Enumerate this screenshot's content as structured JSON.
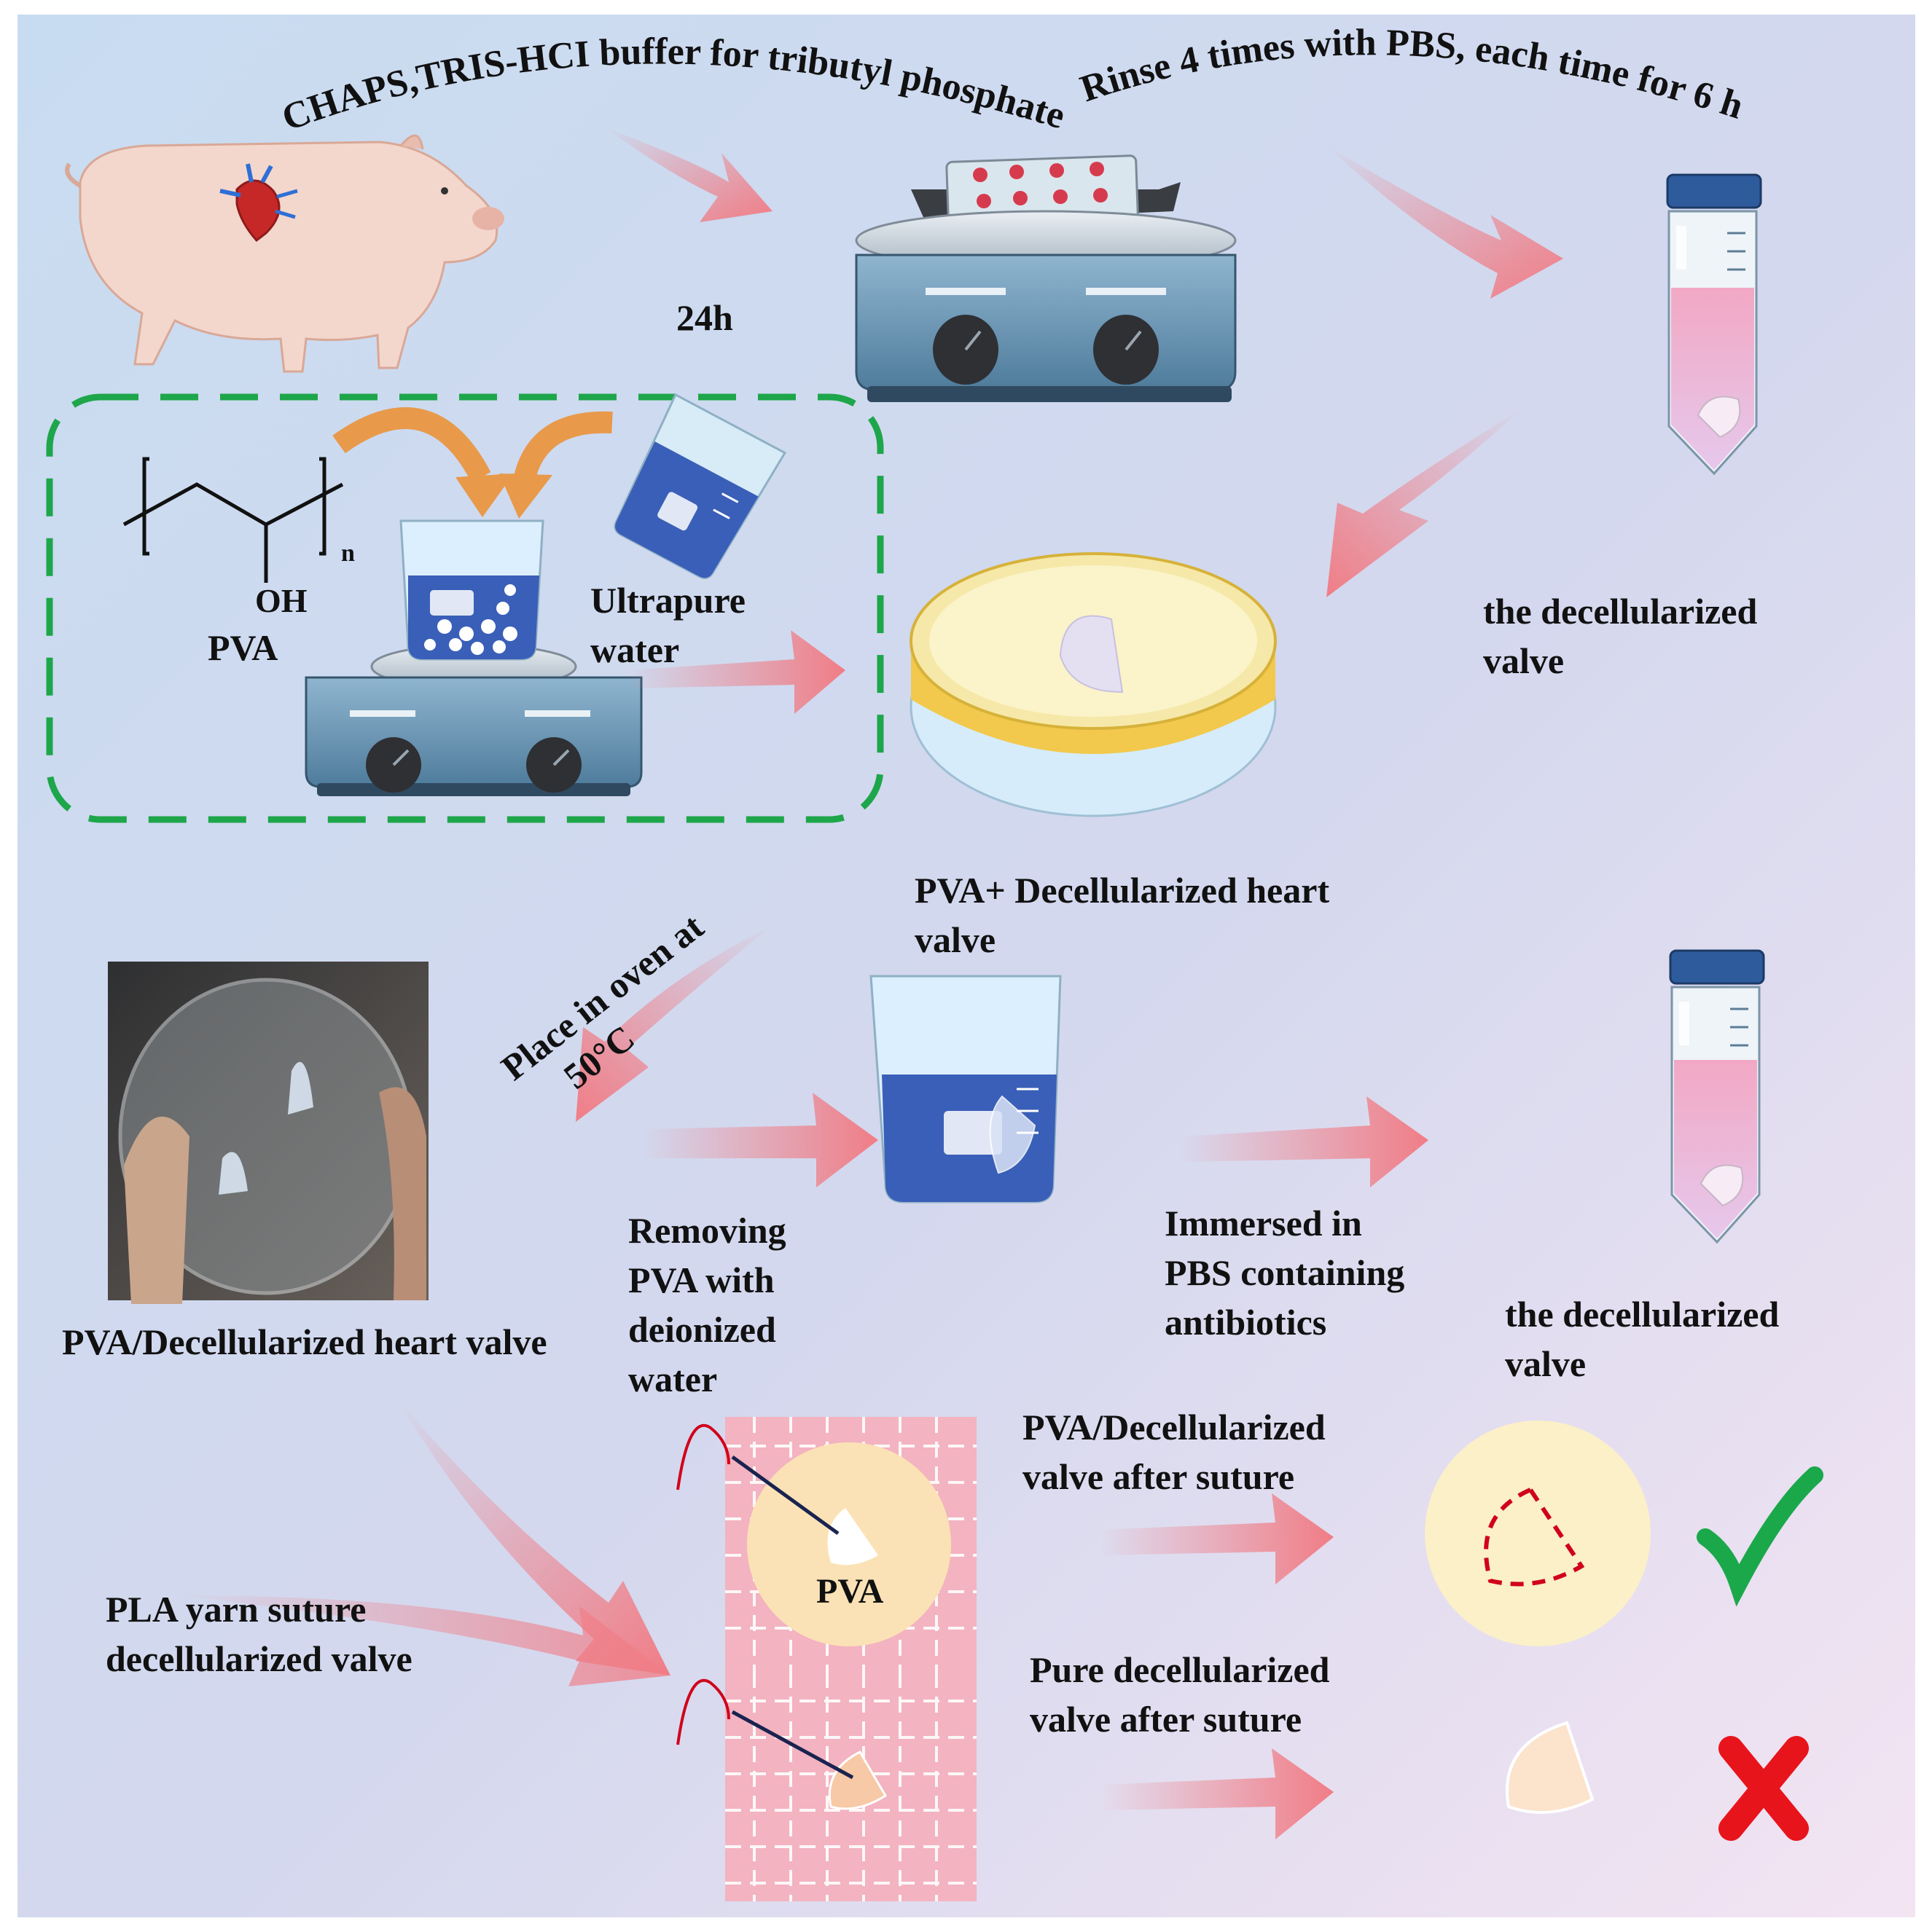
{
  "labels": {
    "chaps_buffer": "CHAPS,TRIS-HCI buffer for tributyl phosphate",
    "rinse": "Rinse 4 times with PBS, each time for 6 h",
    "time_24h": "24h",
    "pva_oh": "OH",
    "pva_n": "n",
    "pva_name": "PVA",
    "ultrapure_1": "Ultrapure",
    "ultrapure_2": "water",
    "decell_valve_top_1": "the decellularized",
    "decell_valve_top_2": "valve",
    "pva_plus_1": "PVA+ Decellularized heart",
    "pva_plus_2": "valve",
    "oven_1": "Place in oven at",
    "oven_2": "50°C",
    "removing_1": "Removing",
    "removing_2": "PVA with",
    "removing_3": "deionized",
    "removing_4": "water",
    "immersed_1": "Immersed in",
    "immersed_2": "PBS containing",
    "immersed_3": "antibiotics",
    "decell_valve_bottom_1": "the decellularized",
    "decell_valve_bottom_2": "valve",
    "pva_decell_heart_valve": "PVA/Decellularized heart valve",
    "pla_1": "PLA yarn suture",
    "pla_2": "decellularized valve",
    "pva_grid": "PVA",
    "pva_after_1": "PVA/Decellularized",
    "pva_after_2": "valve after suture",
    "pure_after_1": "Pure decellularized",
    "pure_after_2": "valve after suture"
  },
  "icons": [
    "pig-heart-icon",
    "shaker-icon",
    "centrifuge-tube-icon",
    "petri-dish-icon",
    "beaker-icon",
    "hot-plate-icon",
    "photo-film",
    "suture-grid",
    "check-icon",
    "cross-icon"
  ],
  "colors": {
    "arrow": "#f07d86",
    "dashed_box": "#1ea64a",
    "check": "#1aa84b",
    "cross": "#e8141c",
    "beaker_liquid": "#3a5fb8",
    "tube_liquid": "#e7b9e0",
    "petri_rim": "#f2c94c",
    "grid_pink": "#f3b3c0",
    "pva_disc": "#fbf0c8"
  }
}
